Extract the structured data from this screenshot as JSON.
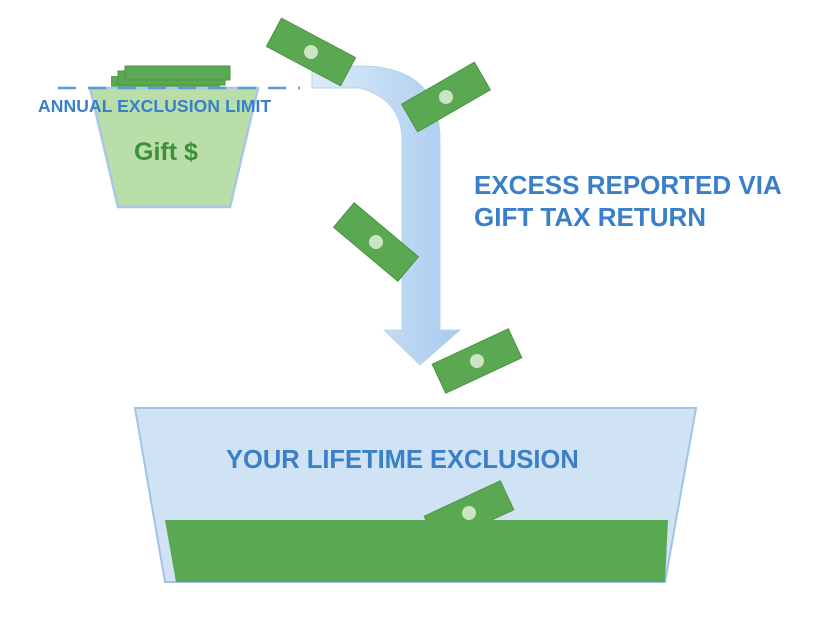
{
  "labels": {
    "annual_exclusion_limit": "ANNUAL EXCLUSION LIMIT",
    "gift_dollars": "Gift $",
    "excess_line_1": "EXCESS REPORTED VIA",
    "excess_line_2": "GIFT TAX RETURN",
    "lifetime_exclusion": "YOUR LIFETIME EXCLUSION"
  },
  "colors": {
    "label_blue": "#3a7fc8",
    "gift_text_green": "#3f8f3a",
    "bill_green": "#5aa852",
    "bill_dot": "#c9e5c3",
    "small_bucket_fill": "#b9dea7",
    "small_bucket_stroke": "#a8c6e6",
    "big_bucket_fill": "#cfe3f4",
    "big_bucket_stroke": "#9fc4e8",
    "big_bucket_contents": "#5aa852",
    "arrow_light": "#dcebf8",
    "arrow_dark": "#a9cbee",
    "limit_line": "#5b9bd5"
  },
  "icons": [
    "money-bill-icon",
    "curved-arrow-down-icon"
  ]
}
